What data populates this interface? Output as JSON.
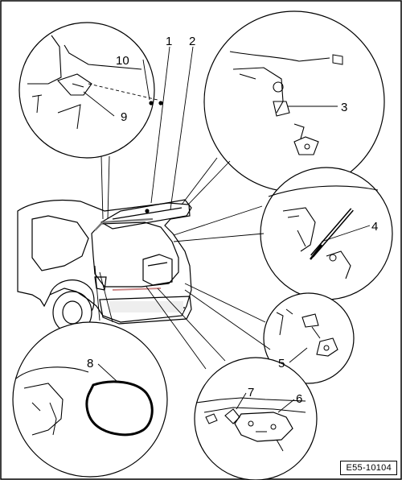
{
  "diagram": {
    "reference_code": "E55-10104",
    "callouts": [
      "1",
      "2",
      "3",
      "4",
      "5",
      "6",
      "7",
      "8",
      "9",
      "10"
    ],
    "components": [
      "car-body",
      "tailgate",
      "tailgate-seal",
      "gas-strut",
      "hinge",
      "lock-assembly",
      "striker",
      "bump-stop",
      "wiring-harness",
      "hinge-mount"
    ]
  }
}
